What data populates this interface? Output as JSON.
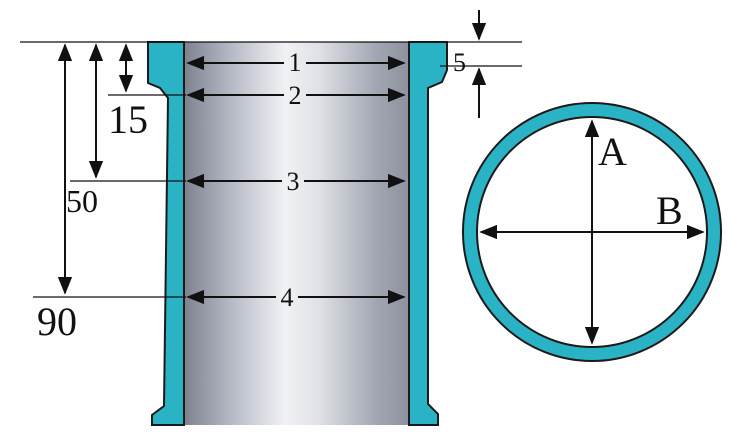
{
  "colors": {
    "wall": "#2ab3c4",
    "wall_stroke": "#1a1a1a",
    "bore_dark": "#8b8f9c",
    "bore_light": "#f2f3f6",
    "line": "#111111"
  },
  "liner": {
    "measure_labels": [
      "1",
      "2",
      "3",
      "4"
    ],
    "depth_labels": [
      "15",
      "50",
      "90"
    ],
    "flange_label": "5"
  },
  "cross_section": {
    "label_a": "A",
    "label_b": "B"
  }
}
